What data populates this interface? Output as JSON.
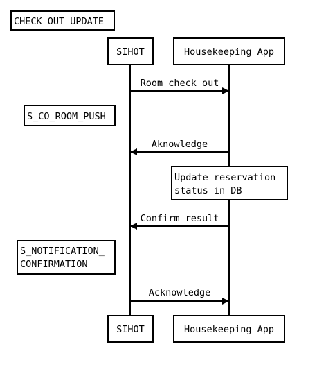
{
  "title": "CHECK OUT UPDATE",
  "participants": {
    "sihot": "SIHOT",
    "housekeeping": "Housekeeping App"
  },
  "messages": [
    {
      "from": "sihot",
      "to": "housekeeping",
      "label": "Room check out"
    },
    {
      "from": "housekeeping",
      "to": "sihot",
      "label": "Aknowledge"
    },
    {
      "from": "housekeeping",
      "to": "sihot",
      "label": "Confirm result"
    },
    {
      "from": "sihot",
      "to": "housekeeping",
      "label": "Acknowledge"
    }
  ],
  "notes": {
    "co_room_push": [
      "S_CO_ROOM_PUSH"
    ],
    "update_reservation": [
      "Update reservation",
      "status in DB"
    ],
    "notification_confirmation": [
      "S_NOTIFICATION_",
      "CONFIRMATION"
    ]
  },
  "colors": {
    "stroke": "#000000",
    "background": "#ffffff"
  }
}
